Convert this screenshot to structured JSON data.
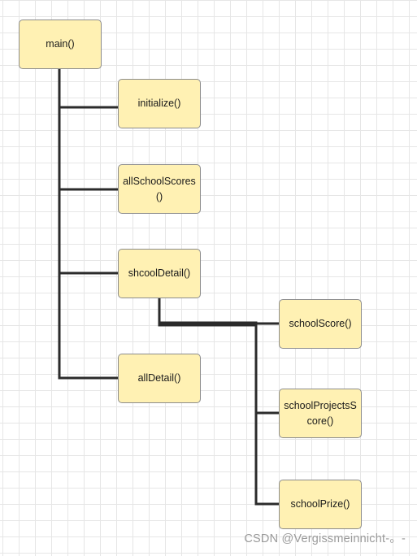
{
  "diagram": {
    "nodes": {
      "main": "main()",
      "initialize": "initialize()",
      "all_school_scores": "allSchoolScores()",
      "shcool_detail": "shcoolDetail()",
      "all_detail": "allDetail()",
      "school_score": "schoolScore()",
      "school_projects_score": "schoolProjectsScore()",
      "school_prize": "schoolPrize()"
    },
    "edges": [
      {
        "from": "main",
        "to": "initialize"
      },
      {
        "from": "main",
        "to": "all_school_scores"
      },
      {
        "from": "main",
        "to": "shcool_detail"
      },
      {
        "from": "main",
        "to": "all_detail"
      },
      {
        "from": "shcool_detail",
        "to": "school_score"
      },
      {
        "from": "shcool_detail",
        "to": "school_projects_score"
      },
      {
        "from": "shcool_detail",
        "to": "school_prize"
      }
    ],
    "colors": {
      "node_fill": "#fff1b3",
      "node_border": "#8c8c8c",
      "connector": "#2b2b2b"
    }
  },
  "watermark": "CSDN @Vergissmeinnicht-。-"
}
